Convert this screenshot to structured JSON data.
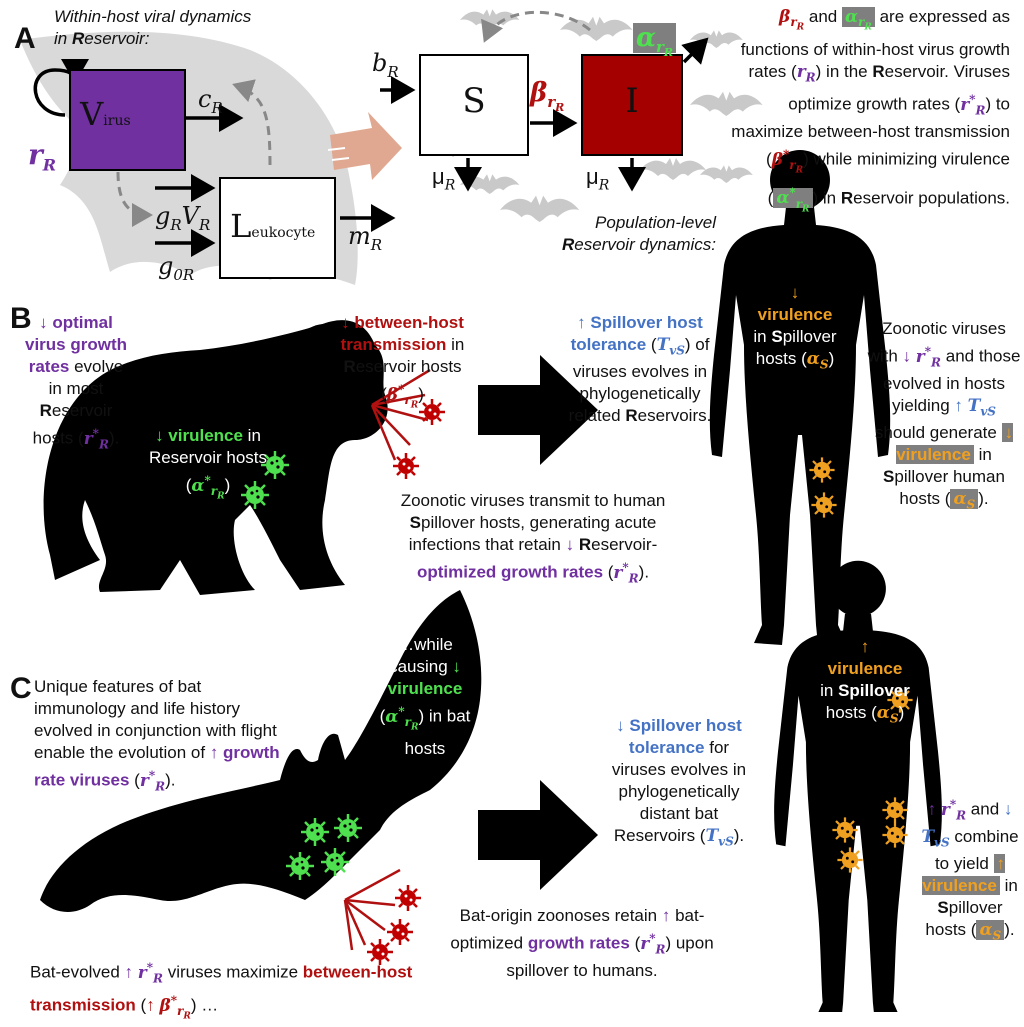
{
  "panels": {
    "a": "A",
    "b": "B",
    "c": "C"
  },
  "a": {
    "within_title": "Within-host viral dynamics in Reservoir:",
    "virus_box": "Virus",
    "leuk_box": "Leukocyte",
    "s_box": "S",
    "i_box": "I",
    "r_r": "rR",
    "c_r": "cR",
    "g_r_v_r": "gRVR",
    "g_0r": "g0R",
    "m_r": "mR",
    "b_r": "bR",
    "beta": "βrR",
    "alpha": "αrR",
    "mu_s": "μR",
    "mu_i": "μR",
    "pop_title": "Population-level Reservoir dynamics:",
    "right_text": "βrR and αrR are expressed as functions of within-host virus growth rates (rR) in the Reservoir. Viruses optimize growth rates (r*R) to maximize between-host transmission (β*rR) while minimizing virulence (α*rR) in Reservoir populations."
  },
  "b": {
    "left_text": "↓ optimal virus growth rates evolve in most Reservoir hosts (r*R).",
    "trans_text": "↓ between-host transmission in Reservoir hosts (β*rR)",
    "gorilla_text": "↓ virulence in Reservoir hosts (α*rR)",
    "tolerance_text": "↑ Spillover host tolerance (TvS) of viruses evolves in phylogenetically related Reservoirs.",
    "zoonotic_text": "Zoonotic viruses transmit to human Spillover hosts, generating acute infections that retain ↓ Reservoir-optimized growth rates (r*R).",
    "human_text": "↓ virulence in Spillover hosts (αS)",
    "right_text": "Zoonotic viruses with ↓ r*R and those evolved in hosts yielding ↑ TvS should generate ↓ virulence in Spillover human hosts (αS)."
  },
  "c": {
    "left_text": "Unique features of bat immunology and life history evolved in conjunction with flight enable the evolution of ↑ growth rate viruses (r*R).",
    "wing_text": "…while causing ↓ virulence (α*rR) in bat hosts",
    "tolerance_text": "↓ Spillover host tolerance for viruses evolves in phylogenetically distant bat Reservoirs (TvS).",
    "zoonoses_text": "Bat-origin zoonoses retain ↑ bat-optimized growth rates (r*R) upon spillover to humans.",
    "bottom_text": "Bat-evolved ↑ r*R viruses maximize between-host transmission (↑ β*rR) …",
    "human_text": "↑ virulence in Spillover hosts (αS)",
    "right_text": "↑ r*R and ↓ TvS combine to yield ↑ virulence in Spillover hosts (αS)."
  },
  "colors": {
    "virus_box": "#7030a0",
    "infected_box": "#a50000",
    "virulence_green": "#4fe04f",
    "transmission_red": "#b01010",
    "tolerance_blue": "#4472c4",
    "human_virus_orange": "#f0a020",
    "shadow_gray": "#d9d9d9",
    "arrow_tan": "#e0a890"
  },
  "icons": [
    "bat-silhouette",
    "gorilla-silhouette",
    "human-silhouette",
    "virus-particle"
  ]
}
